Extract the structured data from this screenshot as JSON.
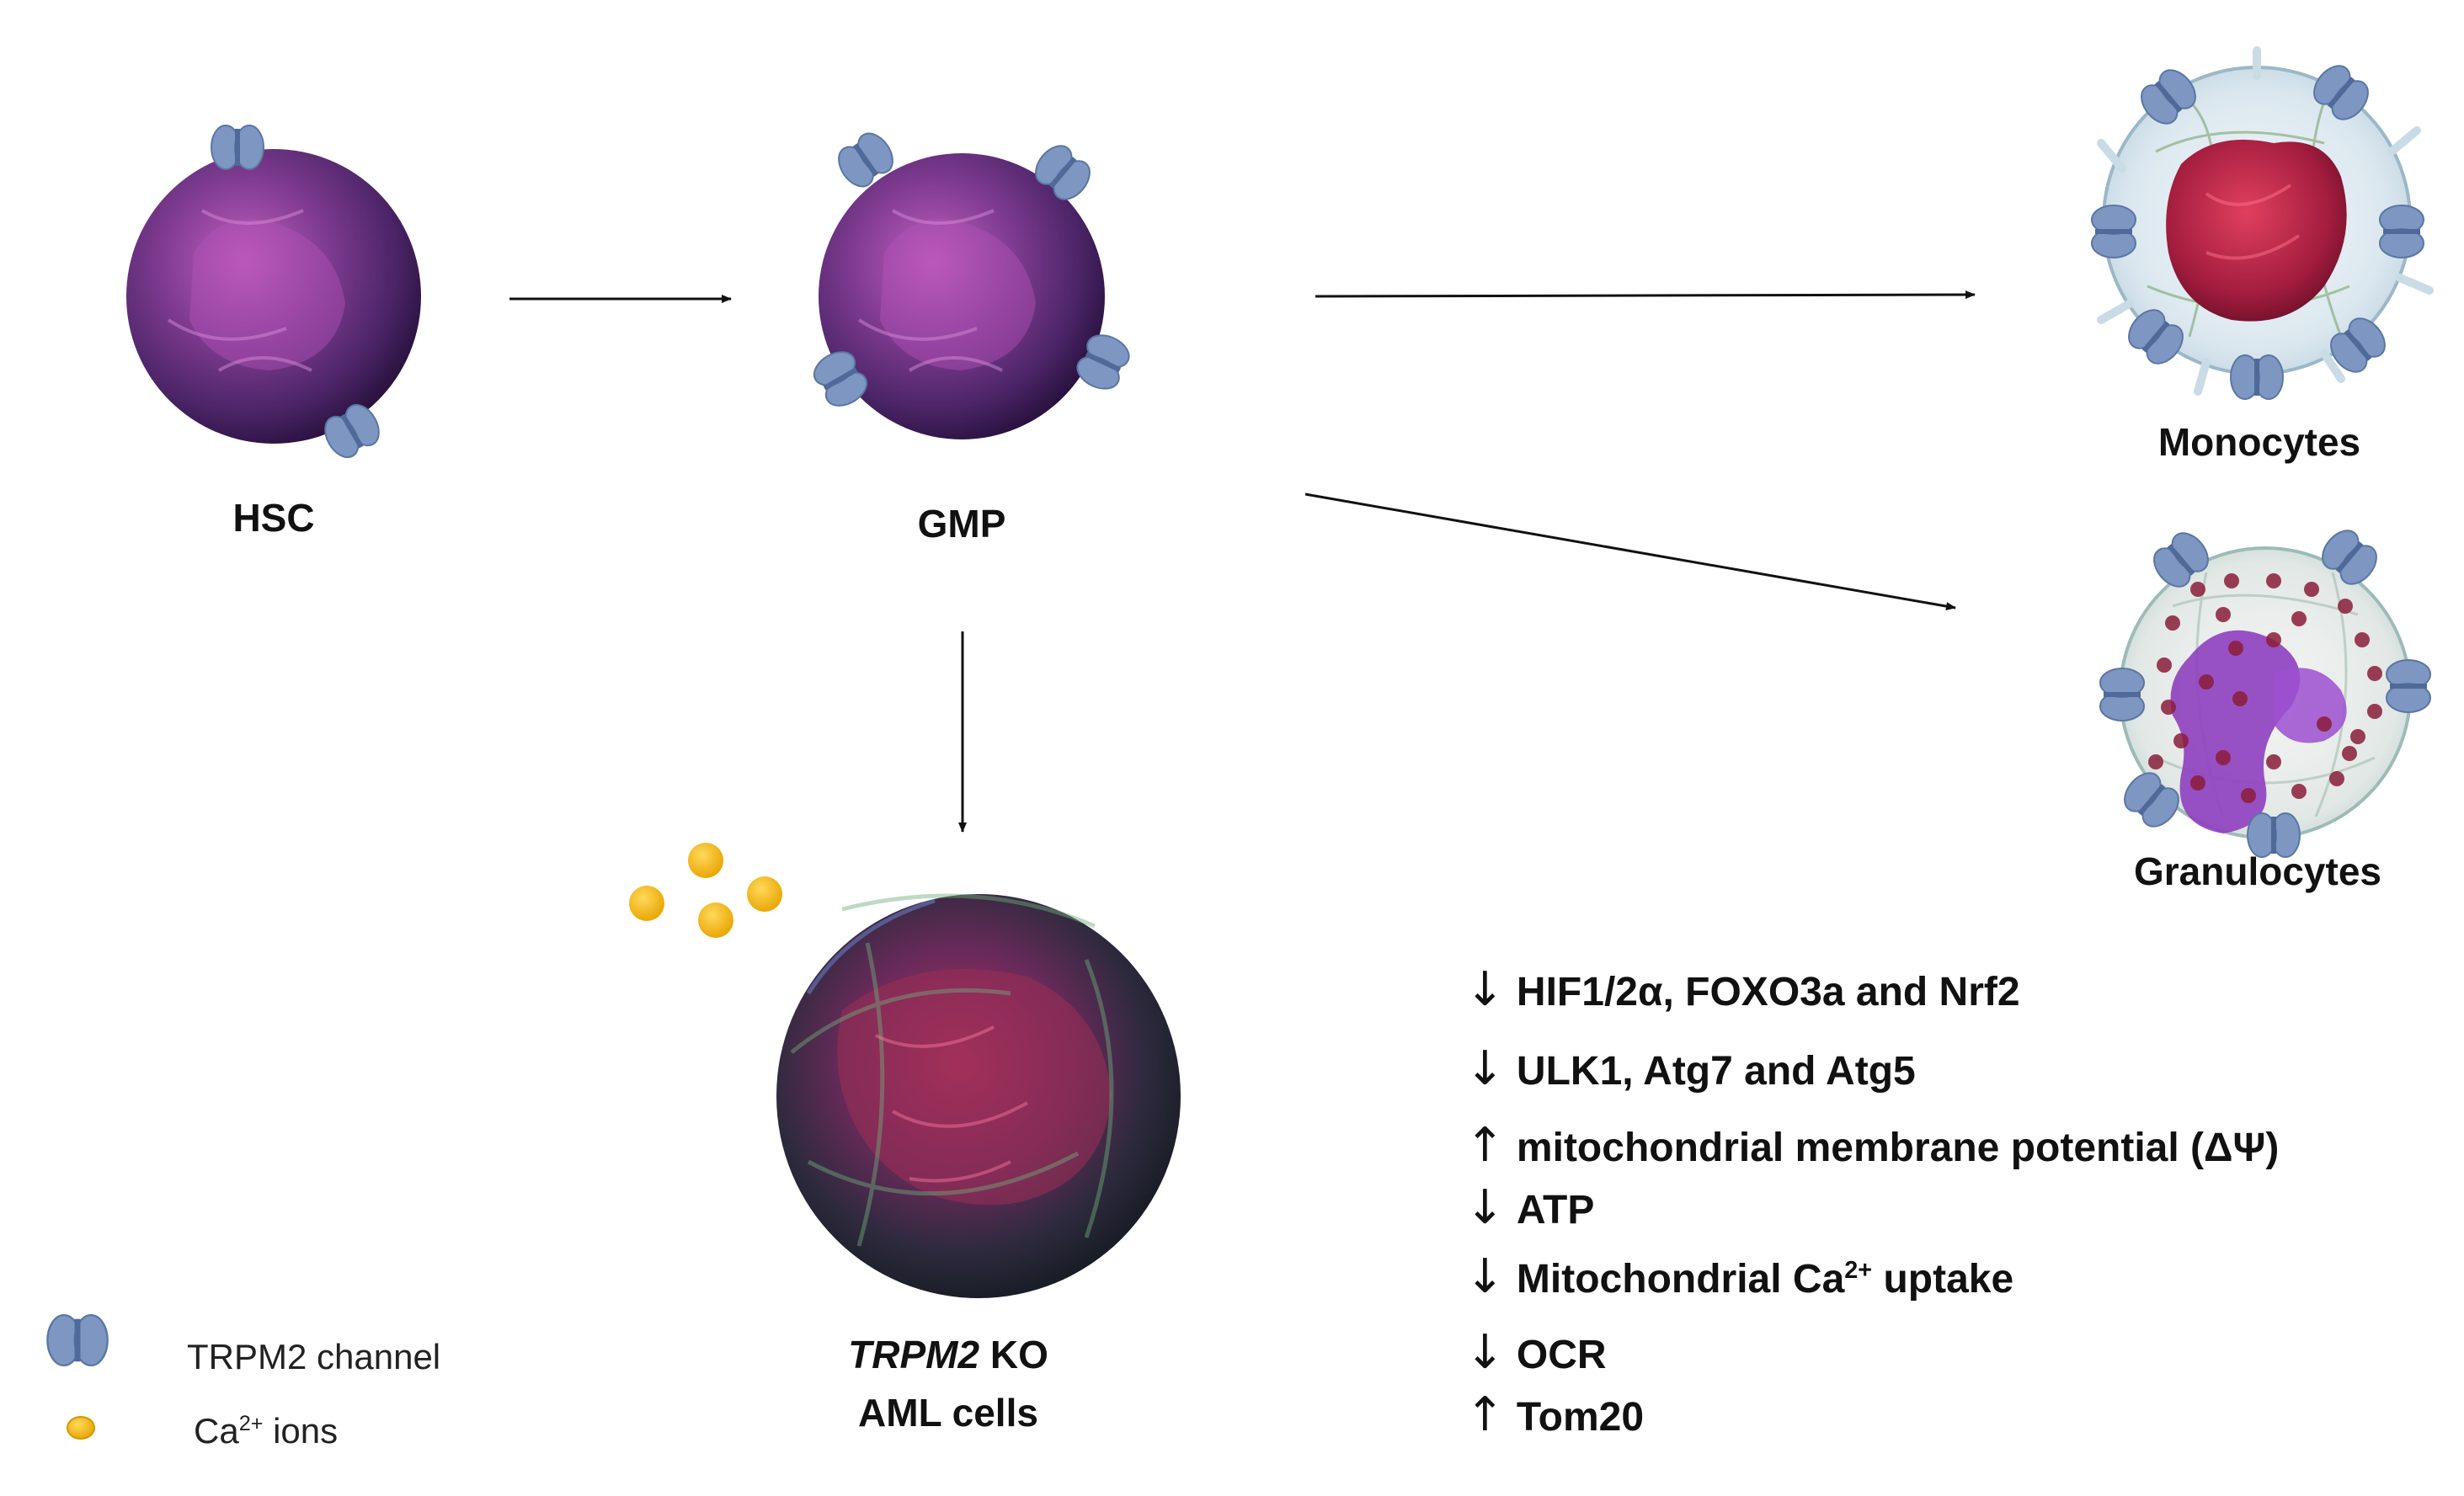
{
  "cells": {
    "hsc": "HSC",
    "gmp": "GMP",
    "monocytes": "Monocytes",
    "granulocytes": "Granulocytes",
    "ko_gene": "TRPM2",
    "ko_suffix": " KO",
    "ko_line2": "AML cells"
  },
  "effects": [
    {
      "dir": "↓",
      "text": "HIF1/2α, FOXO3a and Nrf2"
    },
    {
      "dir": "↓",
      "text": "ULK1, Atg7 and Atg5"
    },
    {
      "dir": "↑",
      "text": "mitochondrial membrane potential (ΔΨ)"
    },
    {
      "dir": "↓",
      "text": "ATP"
    },
    {
      "dir": "↓",
      "text_pre": "Mitochondrial Ca",
      "text_sup": "2+",
      "text_post": " uptake"
    },
    {
      "dir": "↓",
      "text": "OCR"
    },
    {
      "dir": "↑",
      "text": "Tom20"
    }
  ],
  "legend": {
    "channel": "TRPM2 channel",
    "ions_pre": "Ca",
    "ions_sup": "2+",
    "ions_post": " ions"
  },
  "colors": {
    "progenitor": "#7a3a8c",
    "channel": "#7d97c2",
    "calcium": "#f2b91a",
    "monocyte_nucleus": "#c2264a",
    "granule": "#8a1c3a",
    "arrow": "#111111"
  }
}
